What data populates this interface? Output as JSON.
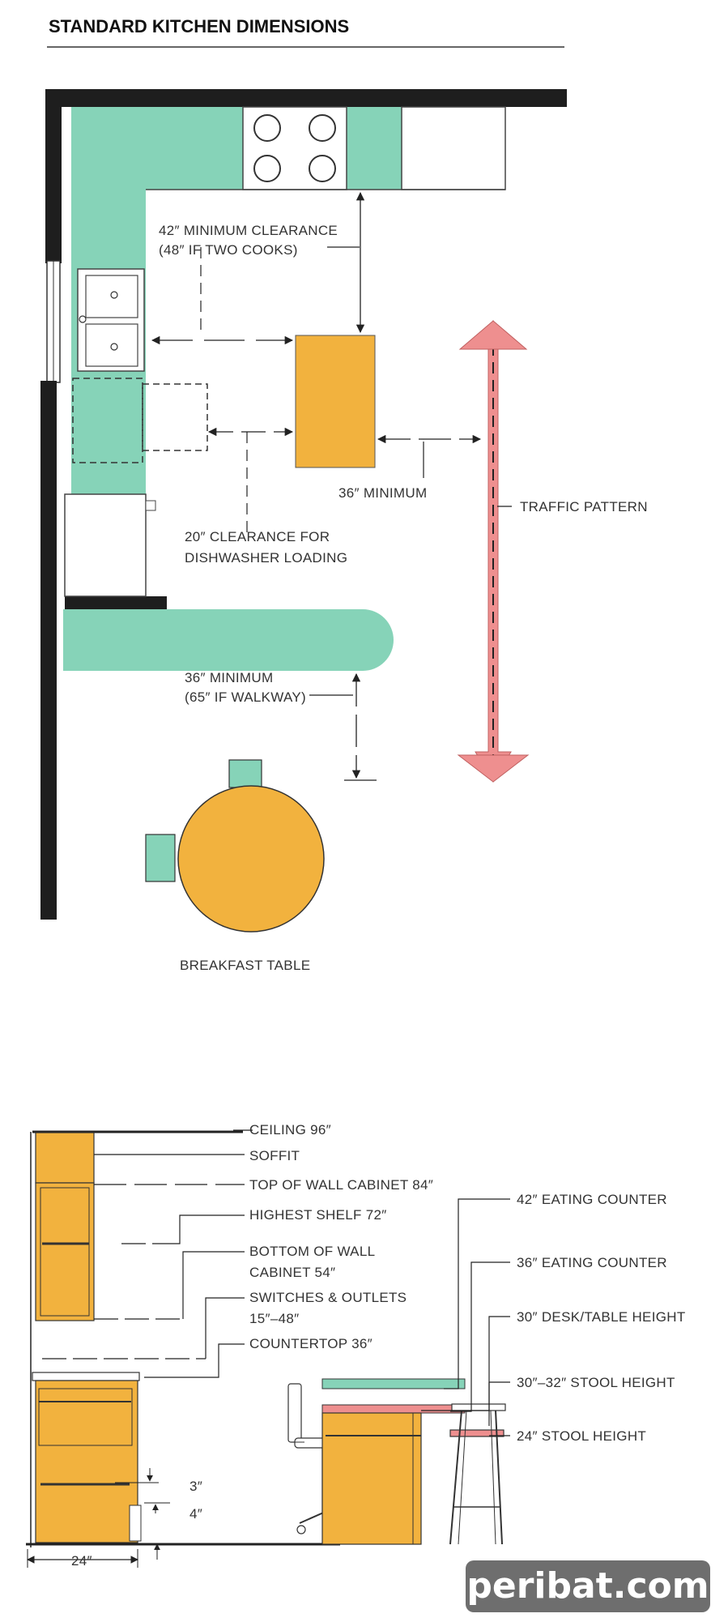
{
  "title": "STANDARD KITCHEN DIMENSIONS",
  "plan": {
    "clearance_42_line1": "42″ MINIMUM CLEARANCE",
    "clearance_42_line2": "(48″ IF TWO COOKS)",
    "min_36": "36″ MINIMUM",
    "traffic": "TRAFFIC PATTERN",
    "dishwasher_line1": "20″ CLEARANCE FOR",
    "dishwasher_line2": "DISHWASHER LOADING",
    "walkway_line1": "36″ MINIMUM",
    "walkway_line2": "(65″ IF WALKWAY)",
    "breakfast": "BREAKFAST TABLE"
  },
  "elevation": {
    "ceiling": "CEILING 96″",
    "soffit": "SOFFIT",
    "top_wall_cab": "TOP OF WALL CABINET 84″",
    "highest_shelf": "HIGHEST SHELF 72″",
    "bottom_wall_cab_line1": "BOTTOM OF WALL",
    "bottom_wall_cab_line2": "CABINET 54″",
    "switches_line1": "SWITCHES & OUTLETS",
    "switches_line2": "15″–48″",
    "countertop": "COUNTERTOP 36″",
    "eating_42": "42″ EATING COUNTER",
    "eating_36": "36″ EATING COUNTER",
    "desk_30": "30″ DESK/TABLE HEIGHT",
    "stool_30": "30″–32″ STOOL HEIGHT",
    "stool_24": "24″ STOOL HEIGHT",
    "dim_3": "3″",
    "dim_4": "4″",
    "dim_24": "24″"
  },
  "watermark": "peribat.com",
  "colors": {
    "green": "#86d3b8",
    "orange": "#f2b23e",
    "pink": "#ee8f8f",
    "wall": "#1e1e1e"
  }
}
